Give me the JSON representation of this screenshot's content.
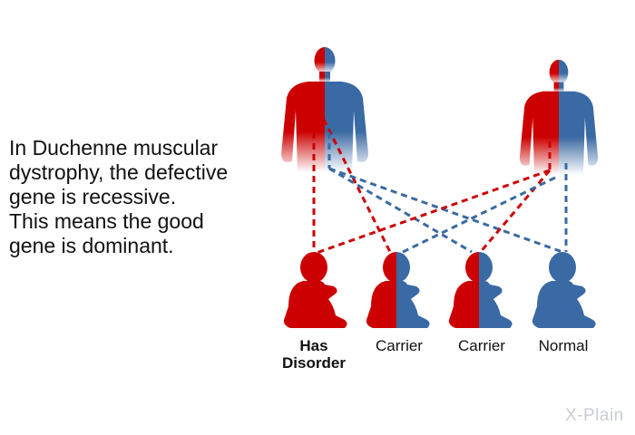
{
  "caption": {
    "line1": "In Duchenne muscular",
    "line2": "dystrophy, the defective",
    "line3": "gene is recessive.",
    "line4": "This means the good",
    "line5": "gene is dominant."
  },
  "children": [
    {
      "label_line1": "Has",
      "label_line2": "Disorder",
      "genotype": "affected"
    },
    {
      "label_line1": "Carrier",
      "label_line2": "",
      "genotype": "carrier"
    },
    {
      "label_line1": "Carrier",
      "label_line2": "",
      "genotype": "carrier"
    },
    {
      "label_line1": "Normal",
      "label_line2": "",
      "genotype": "normal"
    }
  ],
  "logo": {
    "text": "X-Plain"
  },
  "colors": {
    "defective_gene": "#cc0000",
    "normal_gene": "#3a6aa3"
  },
  "icons": {
    "parent_left": "half-red-half-blue-adult-silhouette",
    "parent_right": "half-red-half-blue-adult-silhouette",
    "child": "seated-baby-silhouette"
  }
}
